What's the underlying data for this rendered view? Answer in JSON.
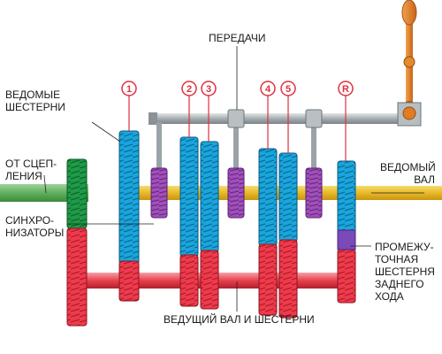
{
  "labels": {
    "driven_gears": [
      "ВЕДОМЫЕ",
      "ШЕСТЕРНИ"
    ],
    "gears_selector": "ПЕРЕДАЧИ",
    "from_clutch": [
      "ОТ СЦЕП-",
      "ЛЕНИЯ"
    ],
    "synchronizers": [
      "СИНХРО-",
      "НИЗАТОРЫ"
    ],
    "driven_shaft": [
      "ВЕДОМЫЙ",
      "ВАЛ"
    ],
    "reverse_idler": [
      "ПРОМЕЖУ-",
      "ТОЧНАЯ",
      "ШЕСТЕРНЯ",
      "ЗАДНЕГО",
      "ХОДА"
    ],
    "drive_shaft": "ВЕДУЩИЙ ВАЛ И ШЕСТЕРНИ"
  },
  "gear_markers": [
    "1",
    "2",
    "3",
    "4",
    "5",
    "R"
  ],
  "colors": {
    "driven_gear": "#1aa6dc",
    "drive_gear": "#ee3b4c",
    "synchronizer": "#9a4bb0",
    "output_shaft": "#e8c03c",
    "input_gear": "#1f9a48",
    "input_shaft": "#6ab86a",
    "selector_rail": "#9aa3a8",
    "lever": "#d8741c",
    "reverse_idler": "#7a4ab8"
  }
}
